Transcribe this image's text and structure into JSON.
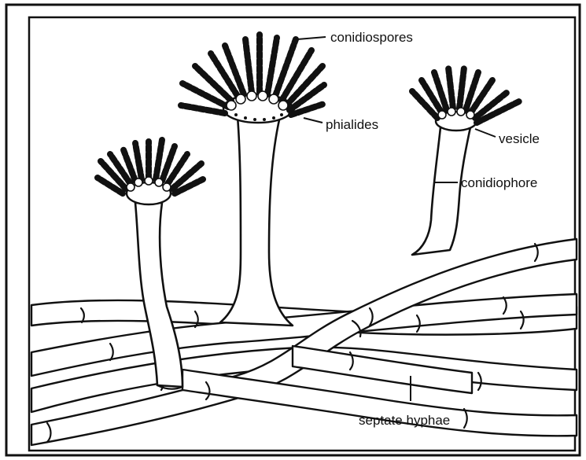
{
  "labels": {
    "conidiospores": "conidiospores",
    "phialides": "phialides",
    "vesicle": "vesicle",
    "conidiophore": "conidiophore",
    "septate_hyphae": "septate hyphae"
  }
}
